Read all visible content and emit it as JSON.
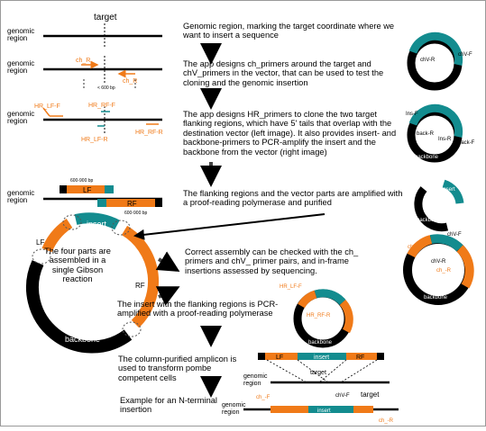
{
  "steps": [
    "Genomic region, marking the target coordinate where we want to insert a sequence",
    "The app designs ch_primers around the target and chV_primers in the vector, that can be used to test the cloning and the genomic insertion",
    "The app designs HR_primers to clone the two target flanking regions, which have 5' tails that overlap with the destination vector (left image). It also provides insert- and backbone-primers to PCR-amplify the insert and the backbone from the vector (right image)",
    "The flanking regions and the vector parts are amplified with a proof-reading polymerase and purified",
    "Correct assembly can be checked with the ch_ primers and chV_ primer pairs, and in-frame insertions assessed by sequencing.",
    "The insert with the flanking regions is PCR-amplified with a proof-reading polymerase",
    "The column-purified amplicon is used to transform pombe competent cells",
    "Example for an N-terminal insertion"
  ],
  "gibson_note": "The four parts are assembled in a single Gibson reaction",
  "labels": {
    "target": "target",
    "genomic_region_1": "genomic",
    "genomic_region_2": "region",
    "ch_r": "ch_R",
    "ch_f": "ch_F",
    "distance": "< 600 bp",
    "hr_lf_f": "HR_LF-F",
    "hr_rf_f": "HR_RF-F",
    "hr_lf_r": "HR_LF-R",
    "hr_rf_r": "HR_RF-R",
    "range_1": "600-900 bp",
    "range_2": "600-900 bp",
    "lf": "LF",
    "rf": "RF",
    "insert": "insert",
    "backbone": "backbone",
    "chv_r": "chV-R",
    "chv_f": "chV-F",
    "ins_f": "Ins-F",
    "ins_r": "Ins-R",
    "back_r": "back-R",
    "back_f": "back-F",
    "ch_f_lower": "ch_-F",
    "ch_r_lower": "ch_-R"
  },
  "colors": {
    "insert": "#138c8f",
    "flank": "#f07a18",
    "backbone": "#000000",
    "arrow": "#444444"
  }
}
